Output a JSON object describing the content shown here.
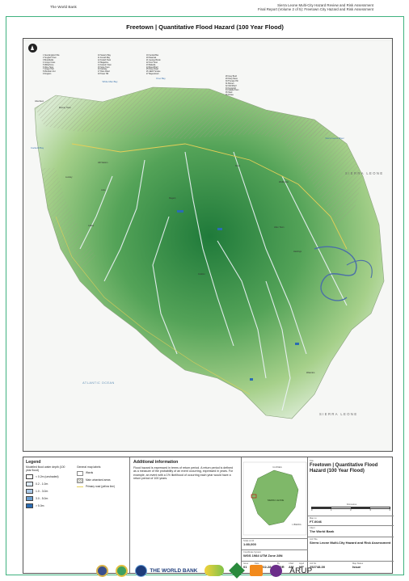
{
  "header": {
    "left": "The World Bank",
    "right_line1": "Sierra Leone Multi-City Hazard Review and Risk Assessment",
    "right_line2": "Final Report (Volume 2 of 5): Freetown City Hazard and Risk Assessment"
  },
  "map": {
    "title": "Freetown | Quantitative Flood Hazard (100 Year Flood)",
    "labels": {
      "aberdeen": "Aberdeen",
      "murray_town": "Murray Town",
      "cockerill_bay": "Cockerill Bay",
      "lumley": "Lumley",
      "hill_station": "Hill Station",
      "juba": "Juba",
      "regent": "Regent",
      "kissy": "Kissy",
      "wellington": "Wellington",
      "allen_town": "Allen Town",
      "hastings": "Hastings",
      "grafton": "Grafton",
      "waterloo": "Waterloo",
      "lakka": "Lakka",
      "ocean": "ATLANTIC OCEAN",
      "country": "SIERRA LEONE",
      "country2": "SIERRA LEONE",
      "river_white_man": "White Man Bay",
      "river_kroo": "Kroo Bay",
      "river_sierra_leone": "Sierra Leone River"
    },
    "ward_list_col1": [
      "1 New England Ville",
      "2 Tengbeh Town",
      "3 Brookfields",
      "4 Congo Cross",
      "5 Wilberforce",
      "6 Cline Town",
      "7 Ginger Hall",
      "8 Mountain Cut",
      "9 Kingtom"
    ],
    "ward_list_col2": [
      "10 Susan's Bay",
      "11 Fourah Bay",
      "12 Foulah Town",
      "13 Magazine",
      "14 Kossoh Town",
      "15 Sorie Town",
      "16 Kanikay",
      "17 Ross Road",
      "18 Tower Hill"
    ],
    "ward_list_col3": [
      "19 Central Bus",
      "20 Dwarzak",
      "21 George Brook",
      "22 Kroo Town",
      "23 Mabella",
      "24 Moa Wharf",
      "25 Kissy Road",
      "26 Jalloh Terrace",
      "27 Mayenkineh"
    ],
    "ward_list_col4": [
      "28 Grey Bush",
      "29 Kissy Mess",
      "30 Thunder Hill",
      "31 Bomeh",
      "32 Old Wharf",
      "33 Kuntorloh",
      "34 Calaba Town",
      "35 Shell",
      "36 Portee"
    ]
  },
  "legend": {
    "title": "Legend",
    "subtitle": "Modelled flood water depth (100 year flood)",
    "items": [
      {
        "label": "< 0.2m (unshaded)",
        "color": "#ffffff"
      },
      {
        "label": "0.2 - 1.0m",
        "color": "#dbe9f6"
      },
      {
        "label": "1.0 - 3.0m",
        "color": "#a9c8e6"
      },
      {
        "label": "3.0 - 5.0m",
        "color": "#6a9fd0"
      },
      {
        "label": "> 5.0m",
        "color": "#2a6cb3"
      }
    ],
    "general_head": "General map labels",
    "general_items": [
      "Wards",
      "Main urbanised areas",
      "Primary road (yellow line)"
    ]
  },
  "additional": {
    "title": "Additional information",
    "text": "Flood hazard is expressed in terms of return period. A return period is defined as a measure of the probability of an event occurring, expressed in years. For example, an event with a 1% likelihood of occurring each year would have a return period of 100 years."
  },
  "inset": {
    "guinea": "GUINEA",
    "liberia": "LIBERIA",
    "sl": "SIERRA LEONE"
  },
  "title_block": {
    "title_label": "Title",
    "title_value": "Freetown | Quantitative Flood Hazard (100 Year Flood)",
    "scale_label": "Kilometres",
    "scale_ticks": [
      "0",
      "1",
      "2",
      "3",
      "4"
    ],
    "map_no_label": "Map no",
    "map_no": "FT-0046",
    "client_label": "Client",
    "client": "The World Bank",
    "job_label": "Job Title",
    "job": "Sierra Leone Multi-City Hazard and Risk Assessment",
    "scale_a3_label": "Scale at A3",
    "scale_a3": "1:80,000",
    "coord_label": "Coordinate System",
    "coord": "WGS 1984 UTM Zone 28N",
    "job_no_label": "Job No",
    "job_no": "252748-00",
    "map_status_label": "Map Status",
    "map_status": "Issue",
    "issue_label": "Issue",
    "issue": "01",
    "date_label": "Date",
    "date": "2018-02-28",
    "by_label": "By",
    "by": "PGR",
    "chkd_label": "Chkd",
    "chkd": "AM",
    "appd_label": "Appd",
    "appd": "MF"
  },
  "logos": {
    "world_bank": "THE WORLD BANK",
    "arup": "ARUP",
    "colors": {
      "green": "#3fb27f",
      "wb_blue": "#1d3c7a",
      "orange": "#f28a1c",
      "purple": "#6b2d8a"
    }
  }
}
